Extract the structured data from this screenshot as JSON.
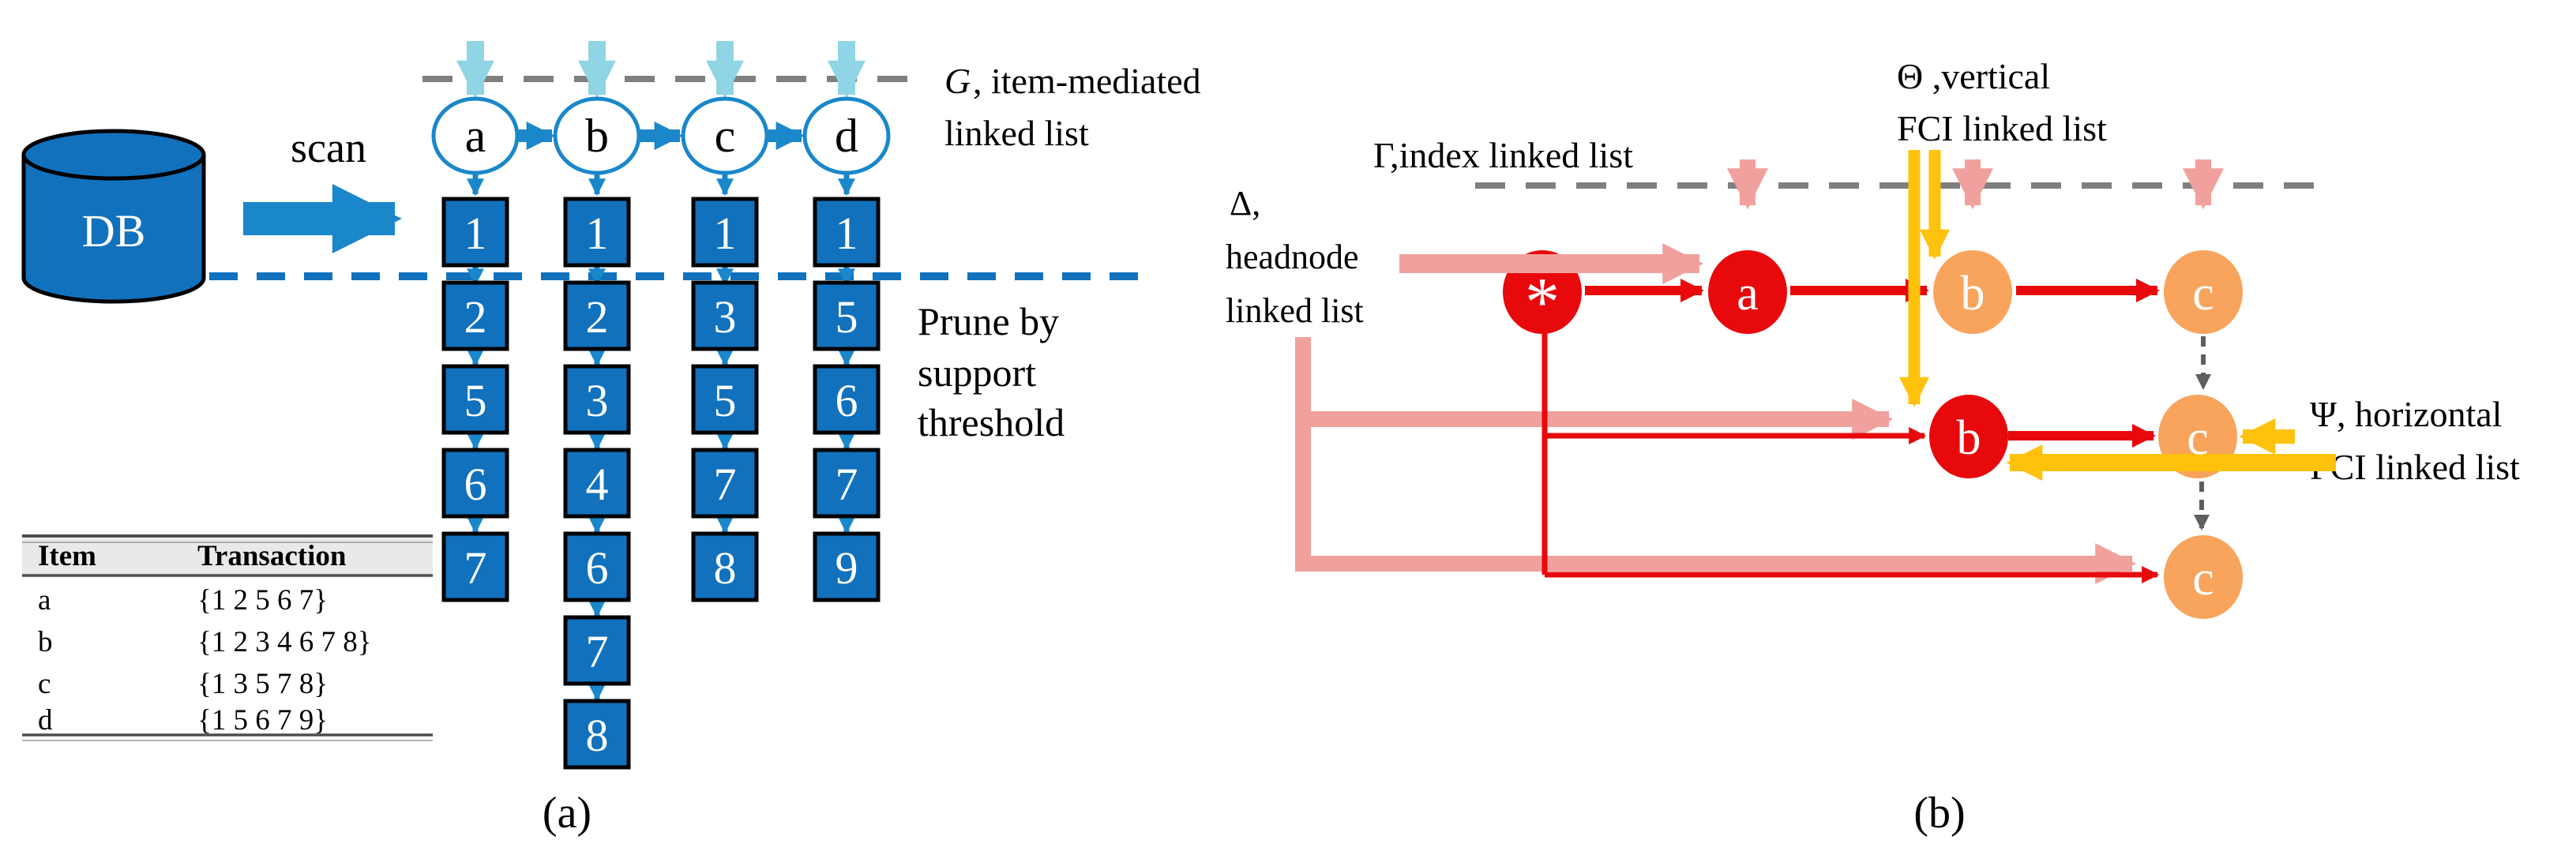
{
  "colors": {
    "blue": "#1171bd",
    "blue_arrow": "#1a87cb",
    "cyan": "#8fd5e5",
    "gray_dash": "#7f7f7f",
    "dark_gray": "#5f5f5f",
    "red": "#e8090c",
    "orange": "#f8a45c",
    "pink": "#f0a19e",
    "yellow": "#fec20c",
    "table_line": "#4d4d4d",
    "table_header_bg": "#e9e9e9"
  },
  "a": {
    "label": "(a)",
    "db": "DB",
    "scan": "scan",
    "glist": {
      "sym": "G",
      "rest": ", item-mediated",
      "line2": "linked list"
    },
    "prune": [
      "Prune by",
      "support",
      "threshold"
    ],
    "items": [
      "a",
      "b",
      "c",
      "d"
    ],
    "cols": [
      {
        "item": "a",
        "values": [
          "1",
          "2",
          "5",
          "6",
          "7"
        ]
      },
      {
        "item": "b",
        "values": [
          "1",
          "2",
          "3",
          "4",
          "6",
          "7",
          "8"
        ]
      },
      {
        "item": "c",
        "values": [
          "1",
          "3",
          "5",
          "7",
          "8"
        ]
      },
      {
        "item": "d",
        "values": [
          "1",
          "5",
          "6",
          "7",
          "9"
        ]
      }
    ],
    "table": {
      "h": [
        "Item",
        "Transaction"
      ],
      "rows": [
        [
          "a",
          "{1 2 5 6 7}"
        ],
        [
          "b",
          "{1 2 3 4 6 7 8}"
        ],
        [
          "c",
          "{1 3 5 7 8}"
        ],
        [
          "d",
          "{1 5 6 7 9}"
        ]
      ]
    }
  },
  "b": {
    "label": "(b)",
    "index_label": "Γ,index linked list",
    "vfci": [
      "Θ ,vertical",
      "FCI linked list"
    ],
    "head": [
      "Δ,",
      "headnode",
      "linked list"
    ],
    "hfci": [
      "Ψ, horizontal",
      "FCI linked list"
    ],
    "star": "*",
    "row1": [
      "a",
      "b",
      "c"
    ],
    "row2": [
      "b",
      "c"
    ],
    "row3": [
      "c"
    ]
  }
}
